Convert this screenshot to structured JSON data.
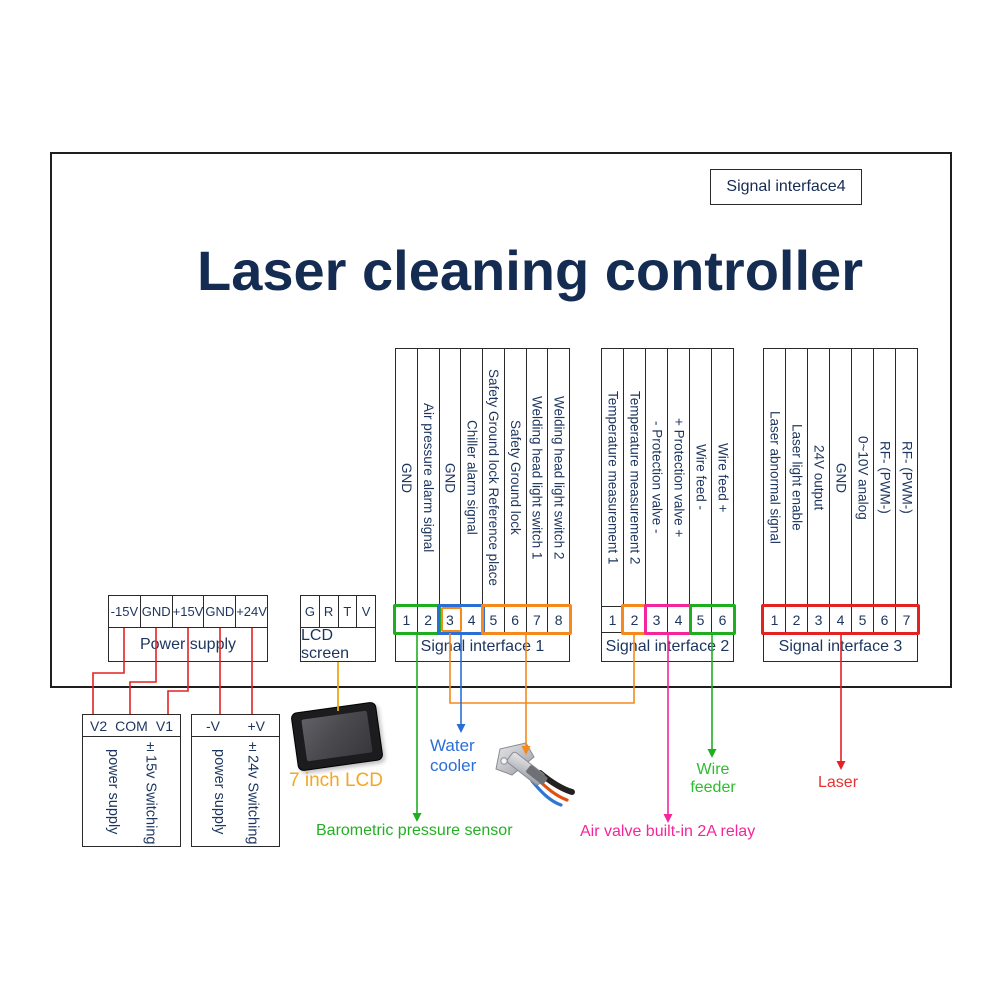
{
  "title": "Laser cleaning controller",
  "corner_box": {
    "label": "Signal interface4"
  },
  "power_supply": {
    "label": "Power supply",
    "pins": [
      "-15V",
      "GND",
      "+15V",
      "GND",
      "+24V"
    ]
  },
  "lcd_block": {
    "label": "LCD screen",
    "pins": [
      "G",
      "R",
      "T",
      "V"
    ]
  },
  "interfaces": [
    {
      "label": "Signal interface 1",
      "pins": [
        "1",
        "2",
        "3",
        "4",
        "5",
        "6",
        "7",
        "8"
      ],
      "signals": [
        "GND",
        "Air pressure alarm signal",
        "GND",
        "Chiller alarm signal",
        "Safety Ground lock Reference place",
        "Safety Ground lock",
        "Welding head light switch 1",
        "Welding head light switch 2"
      ]
    },
    {
      "label": "Signal interface 2",
      "pins": [
        "1",
        "2",
        "3",
        "4",
        "5",
        "6"
      ],
      "signals": [
        "Temperature measurement 1",
        "Temperature measurement 2",
        "- Protection valve -",
        "+ Protection valve +",
        "Wire feed -",
        "Wire feed +"
      ]
    },
    {
      "label": "Signal interface 3",
      "pins": [
        "1",
        "2",
        "3",
        "4",
        "5",
        "6",
        "7"
      ],
      "signals": [
        "Laser abnormal signal",
        "Laser light enable",
        "24V output",
        "GND",
        "0~10V analog",
        "RF- (PWM-)",
        "RF- (PWM-)"
      ]
    }
  ],
  "bottom_boxes": [
    {
      "header": [
        "V2",
        "COM",
        "V1"
      ],
      "lines": [
        "power supply",
        "±15v Switching"
      ]
    },
    {
      "header": [
        "-V",
        "+V"
      ],
      "lines": [
        "power supply",
        "±24v Switching"
      ]
    }
  ],
  "annotations": {
    "lcd": "7 inch LCD",
    "water_cooler_1": "Water",
    "water_cooler_2": "cooler",
    "barometric": "Barometric pressure sensor",
    "air_valve": "Air valve built-in 2A relay",
    "wire_feeder_1": "Wire",
    "wire_feeder_2": "feeder",
    "laser": "Laser"
  },
  "colors": {
    "navy_text": "#1c355e",
    "title_navy": "#142b52",
    "wire_red": "#e32222",
    "wire_green": "#1fae1f",
    "wire_orange": "#f5891d",
    "wire_amber": "#edaa12",
    "wire_blue": "#2b6fd6",
    "wire_magenta": "#f5259b",
    "label_green": "#22b022",
    "label_amber": "#f5a623",
    "label_magenta": "#f5259b",
    "label_red": "#e63232"
  }
}
